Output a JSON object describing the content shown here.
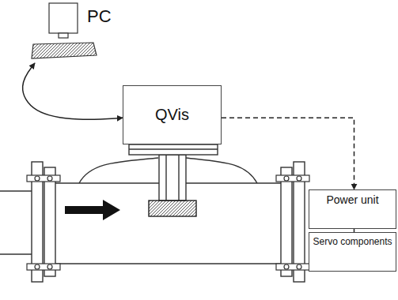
{
  "diagram": {
    "nodes": [
      {
        "text": [
          "PC"
        ]
      },
      {
        "text": [
          "QVis"
        ]
      },
      {
        "text": [
          "Power unit"
        ]
      },
      {
        "text": [
          "Servo components"
        ]
      }
    ],
    "edges": [
      {
        "from": 0,
        "to": 1,
        "arrow": "both"
      },
      {
        "from": 1,
        "to": 2,
        "arrow": "to"
      },
      {
        "from": 2,
        "to": 3,
        "arrow": "none"
      }
    ]
  }
}
